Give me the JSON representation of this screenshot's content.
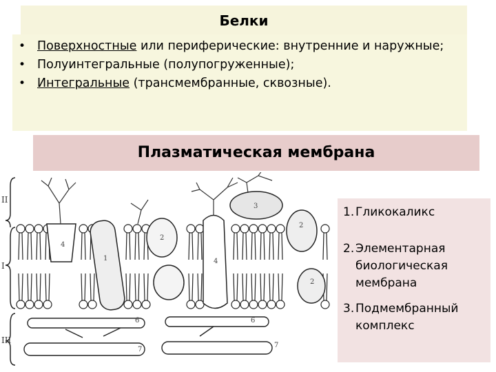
{
  "header": {
    "title": "Белки"
  },
  "bullets": [
    {
      "underlined": "Поверхностные",
      "rest": " или периферические: внутренние и наружные;"
    },
    {
      "underlined": "",
      "rest": "Полуинтегральные (полупогруженные);"
    },
    {
      "underlined": "Интегральные",
      "rest": " (трансмембранные, сквозные)."
    }
  ],
  "banner": {
    "title": "Плазматическая мембрана"
  },
  "legend": [
    {
      "num": "1.",
      "text": "Гликокаликс"
    },
    {
      "num": "2.",
      "text": "Элементарная биологическая мембрана"
    },
    {
      "num": "3.",
      "text": "Подмембранный комплекс"
    }
  ],
  "diagram": {
    "side_labels": [
      "II",
      "I",
      "III"
    ],
    "part_labels": [
      "4",
      "1",
      "2",
      "3",
      "4",
      "2",
      "2",
      "6",
      "6",
      "7",
      "7"
    ]
  }
}
